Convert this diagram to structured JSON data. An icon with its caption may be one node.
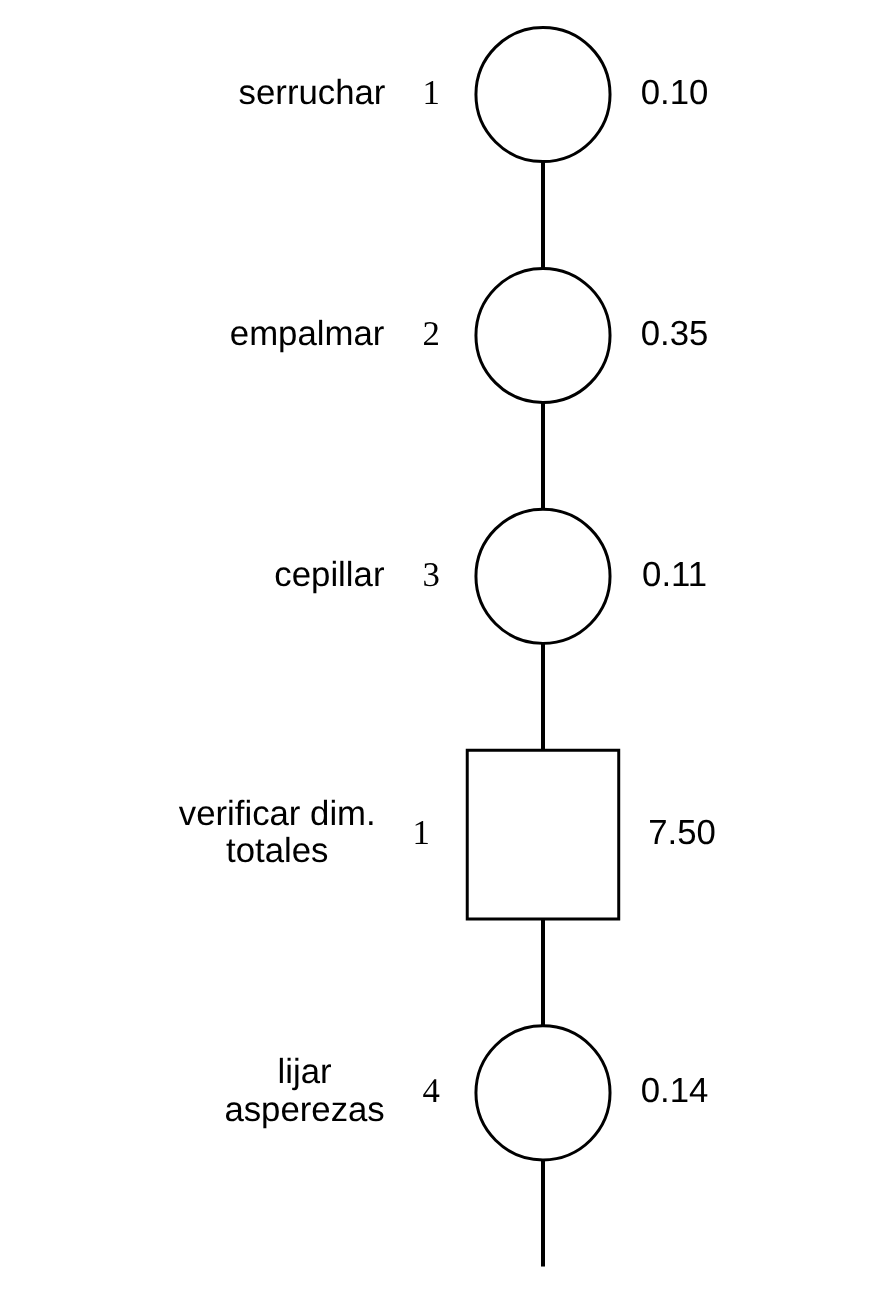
{
  "diagram": {
    "nodes": [
      {
        "text": [],
        "shape": "circle",
        "beside": [
          "serruchar",
          "1",
          "0.10"
        ]
      },
      {
        "text": [],
        "shape": "circle",
        "beside": [
          "empalmar",
          "2",
          "0.35"
        ]
      },
      {
        "text": [],
        "shape": "circle",
        "beside": [
          "cepillar",
          "3",
          "0.11"
        ]
      },
      {
        "text": [],
        "shape": "box",
        "beside": [
          "verificar dim. totales",
          "1",
          "7.50"
        ]
      },
      {
        "text": [],
        "shape": "circle",
        "beside": [
          "lijar asperezas",
          "4",
          "0.14"
        ]
      }
    ],
    "edges": [
      {
        "from": 0,
        "to": 1,
        "arrow": "none"
      },
      {
        "from": 1,
        "to": 2,
        "arrow": "none"
      },
      {
        "from": 2,
        "to": 3,
        "arrow": "none"
      },
      {
        "from": 3,
        "to": 4,
        "arrow": "none"
      },
      {
        "from": 4,
        "to": null,
        "arrow": "none"
      }
    ]
  }
}
